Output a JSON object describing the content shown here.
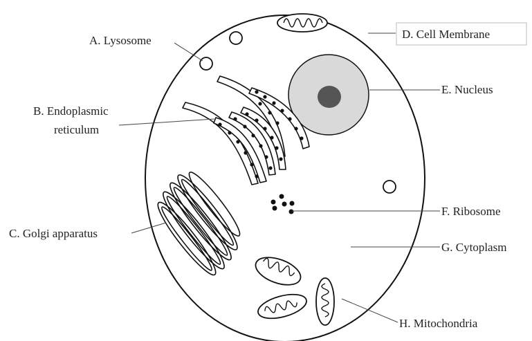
{
  "labels": {
    "a": "A. Lysosome",
    "b_line1": "B. Endoplasmic",
    "b_line2": "reticulum",
    "c": "C. Golgi apparatus",
    "d": "D. Cell Membrane",
    "e": "E. Nucleus",
    "f": "F. Ribosome",
    "g": "G. Cytoplasm",
    "h": "H. Mitochondria"
  },
  "colors": {
    "outline": "#111111",
    "nucleus_fill": "#d9d9d9",
    "nucleolus_fill": "#555555",
    "background": "#ffffff"
  }
}
